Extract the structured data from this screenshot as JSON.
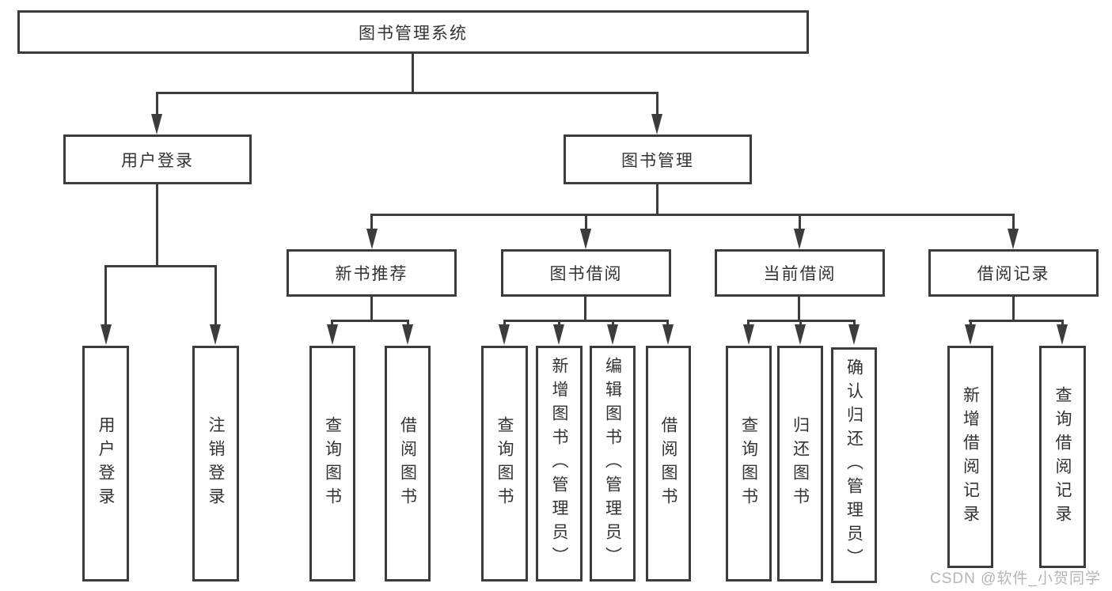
{
  "diagram": {
    "title": "图书管理系统",
    "type": "hierarchy-tree",
    "colors": {
      "line": "#3c3c3c",
      "text": "#333333",
      "box_background": "#ffffff",
      "page_background": "#ffffff",
      "watermark": "#b5b5b5"
    }
  },
  "tree": {
    "root": {
      "label": "图书管理系统",
      "children": [
        {
          "label": "用户登录",
          "children": [
            {
              "label": "用户登录"
            },
            {
              "label": "注销登录"
            }
          ]
        },
        {
          "label": "图书管理",
          "children": [
            {
              "label": "新书推荐",
              "children": [
                {
                  "label": "查询图书"
                },
                {
                  "label": "借阅图书"
                }
              ]
            },
            {
              "label": "图书借阅",
              "children": [
                {
                  "label": "查询图书"
                },
                {
                  "label": "新增图书（管理员）"
                },
                {
                  "label": "编辑图书（管理员）"
                },
                {
                  "label": "借阅图书"
                }
              ]
            },
            {
              "label": "当前借阅",
              "children": [
                {
                  "label": "查询图书"
                },
                {
                  "label": "归还图书"
                },
                {
                  "label": "确认归还（管理员）"
                }
              ]
            },
            {
              "label": "借阅记录",
              "children": [
                {
                  "label": "新增借阅记录"
                },
                {
                  "label": "查询借阅记录"
                }
              ]
            }
          ]
        }
      ]
    }
  },
  "watermark": {
    "text": "CSDN @软件_小贺同学"
  }
}
